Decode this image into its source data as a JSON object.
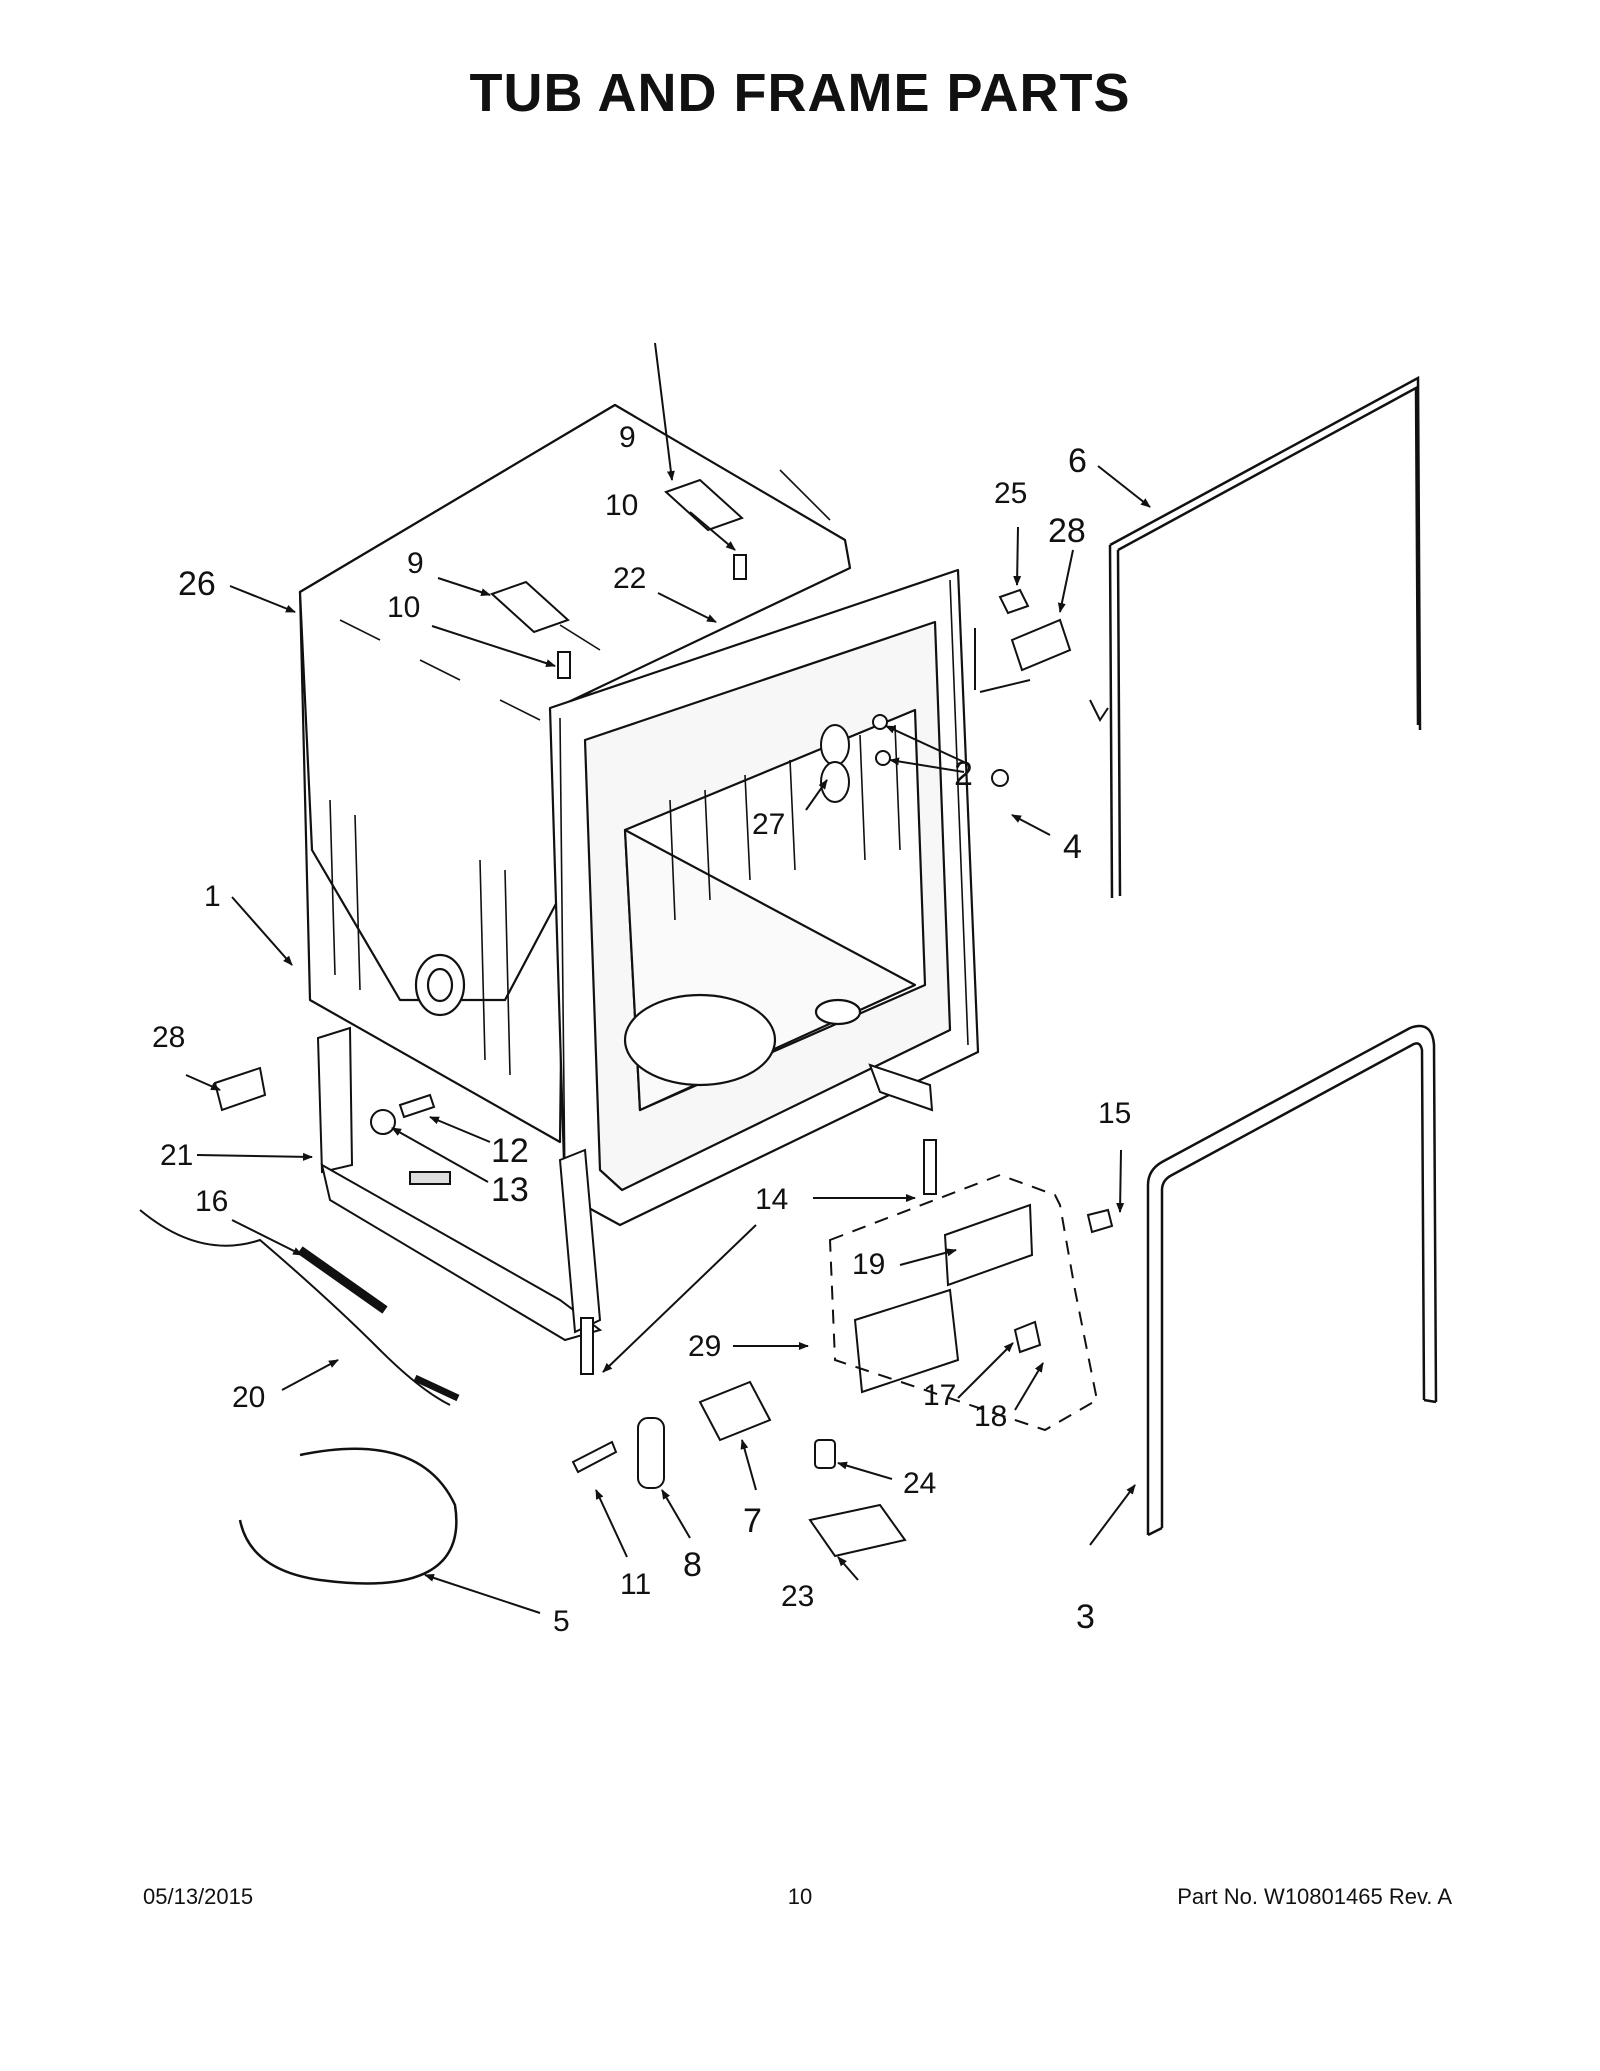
{
  "title": "TUB AND FRAME PARTS",
  "callouts": {
    "c1": "1",
    "c2": "2",
    "c3": "3",
    "c4": "4",
    "c5": "5",
    "c6": "6",
    "c7": "7",
    "c8": "8",
    "c9a": "9",
    "c9b": "9",
    "c10a": "10",
    "c10b": "10",
    "c11": "11",
    "c12": "12",
    "c13": "13",
    "c14": "14",
    "c15": "15",
    "c16": "16",
    "c17": "17",
    "c18": "18",
    "c19": "19",
    "c20": "20",
    "c21": "21",
    "c22": "22",
    "c23": "23",
    "c24": "24",
    "c25": "25",
    "c26": "26",
    "c27": "27",
    "c28a": "28",
    "c28b": "28",
    "c29": "29"
  },
  "footer": {
    "date": "05/13/2015",
    "page": "10",
    "part_no": "Part No.  W10801465  Rev.  A"
  }
}
